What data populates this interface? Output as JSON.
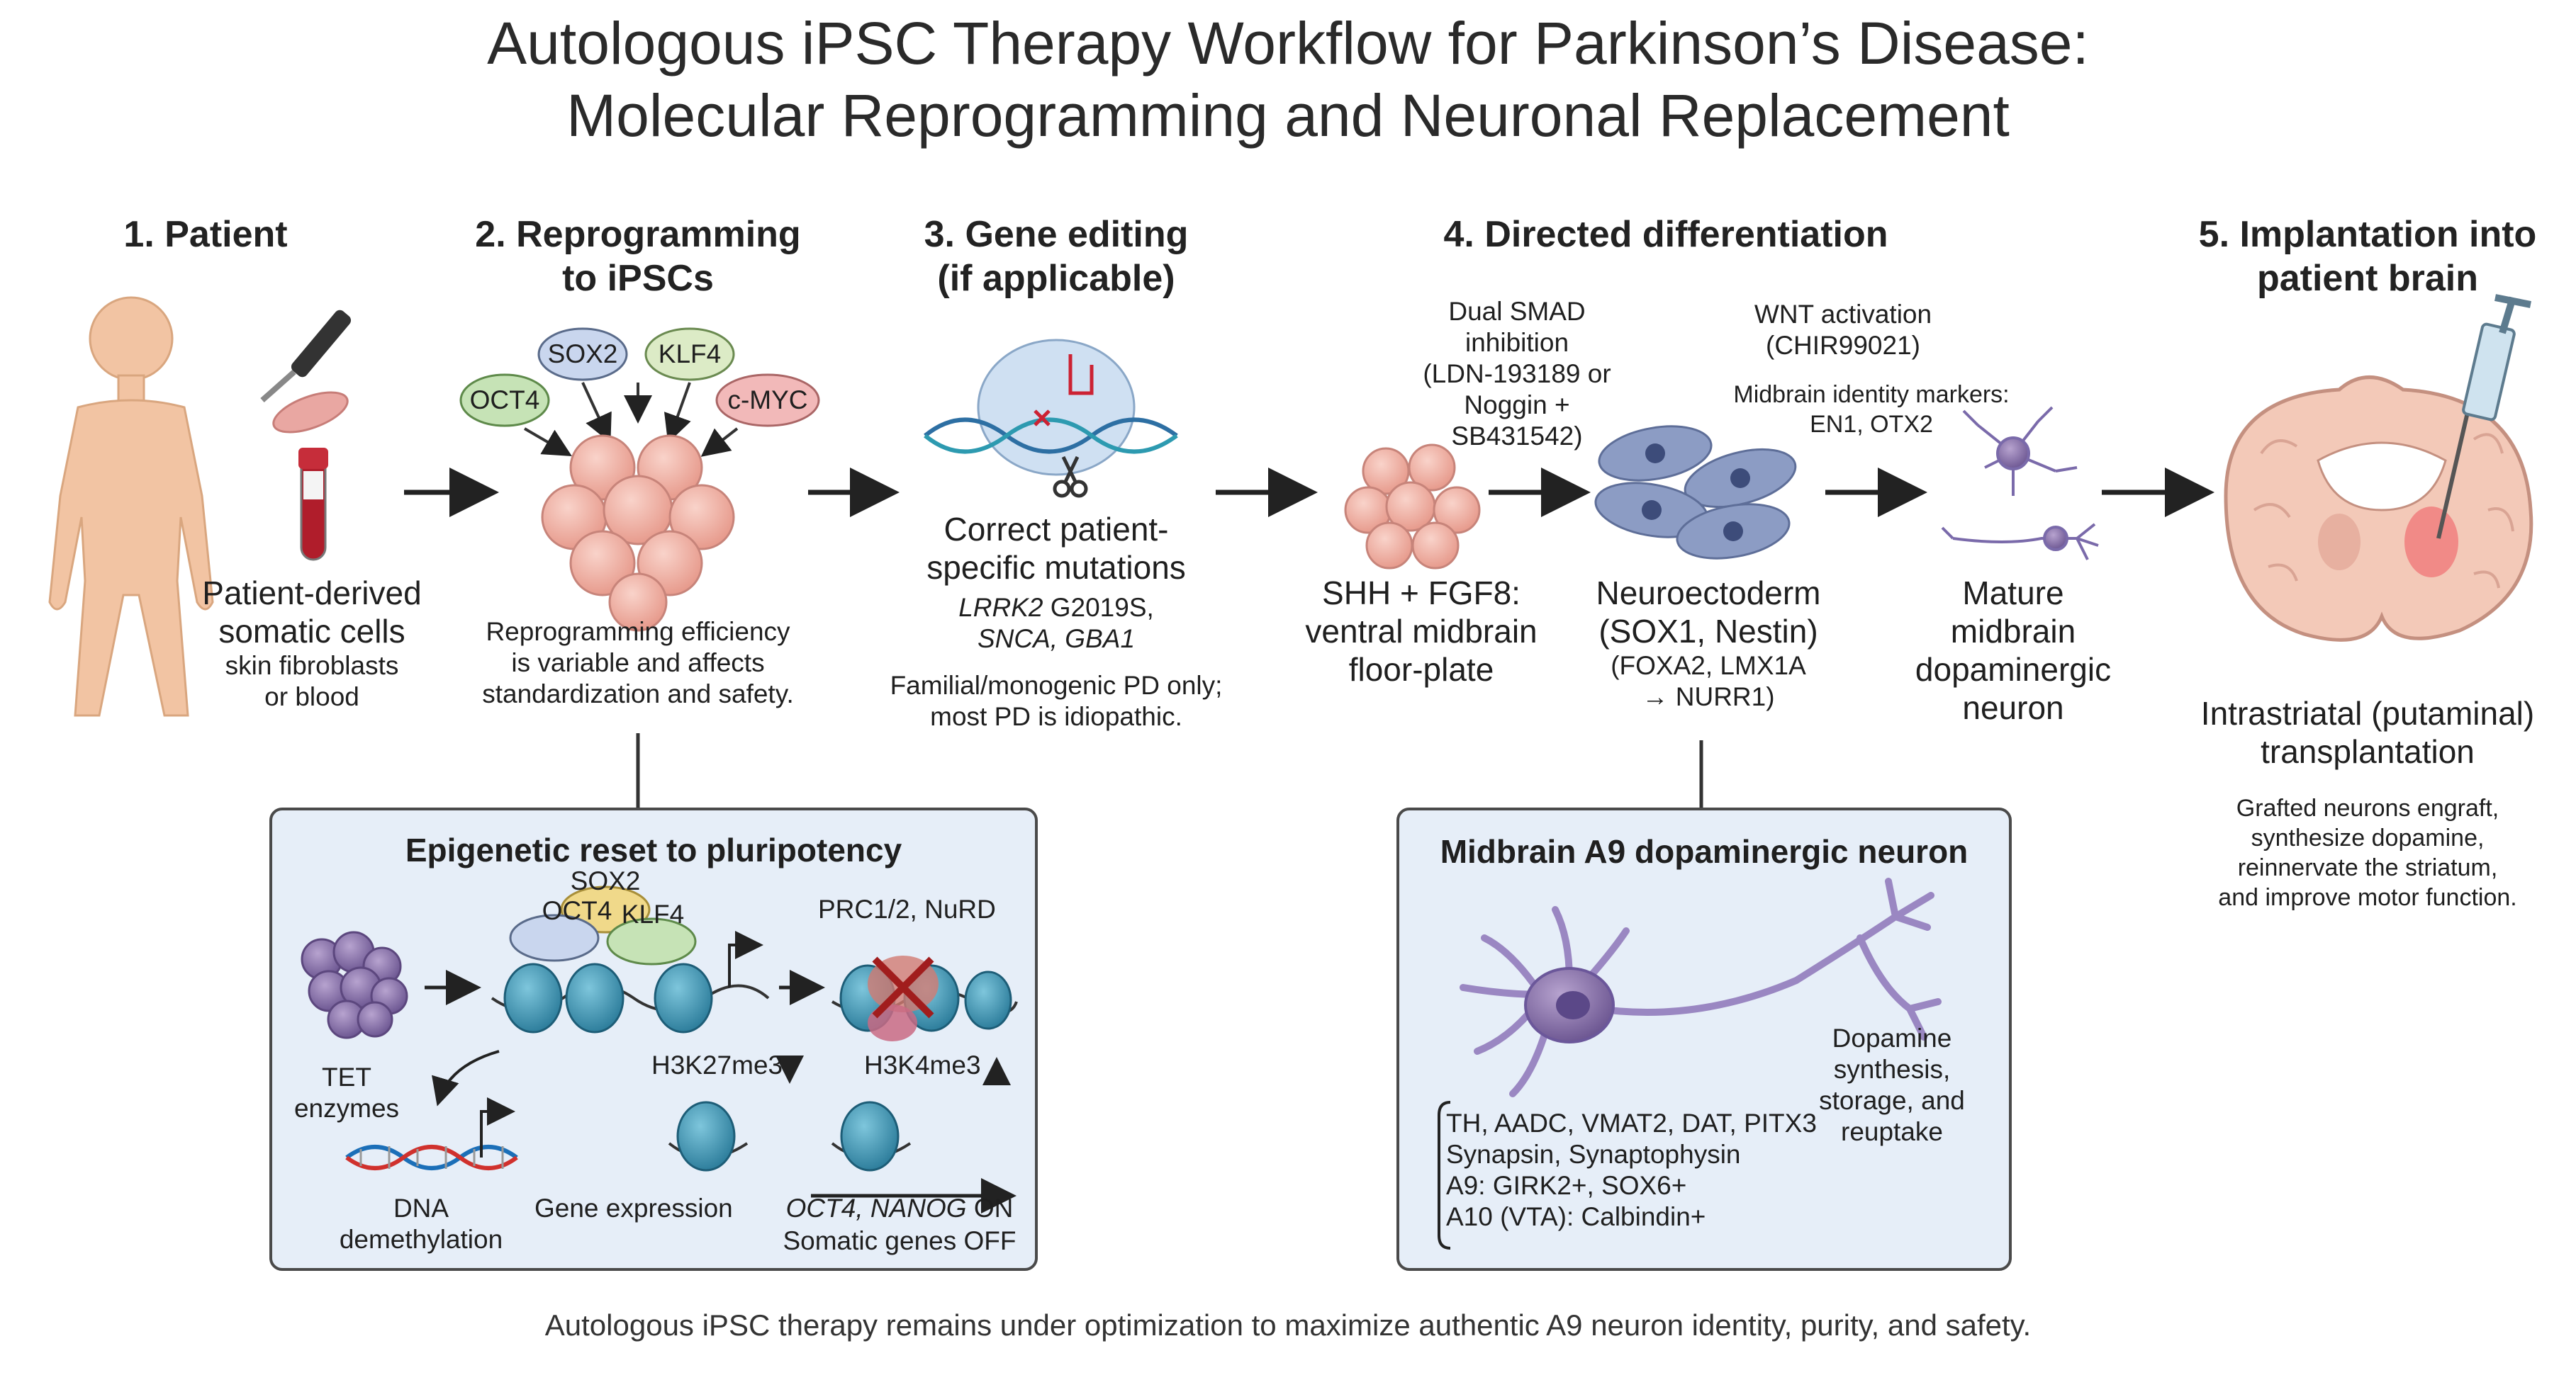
{
  "title": {
    "line1": "Autologous iPSC Therapy Workflow for Parkinson’s Disease:",
    "line2": "Molecular Reprogramming and Neuronal Replacement"
  },
  "steps": {
    "s1": "1. Patient",
    "s2": [
      "2. Reprogramming",
      "to iPSCs"
    ],
    "s3": [
      "3. Gene editing",
      "(if applicable)"
    ],
    "s4": "4. Directed differentiation",
    "s5": [
      "5. Implantation into",
      "patient brain"
    ]
  },
  "patient": {
    "label": [
      "Patient-derived",
      "somatic cells"
    ],
    "sub": [
      "skin fibroblasts",
      "or blood"
    ]
  },
  "reprogramming": {
    "factors": [
      "SOX2",
      "KLF4",
      "OCT4",
      "c-MYC"
    ],
    "note": [
      "Reprogramming efficiency",
      "is variable and affects",
      "standardization and safety."
    ]
  },
  "gene_editing": {
    "label": [
      "Correct patient-",
      "specific mutations"
    ],
    "genes_1_italic": "LRRK2",
    "genes_1_rest": " G2019S,",
    "genes_2": "SNCA, GBA1",
    "note": [
      "Familial/monogenic PD only;",
      "most PD is idiopathic."
    ]
  },
  "differentiation": {
    "smad": [
      "Dual SMAD",
      "inhibition",
      "(LDN-193189 or",
      "Noggin +",
      "SB431542)"
    ],
    "wnt": [
      "WNT activation",
      "(CHIR99021)"
    ],
    "markers": [
      "Midbrain identity markers:",
      "EN1, OTX2"
    ],
    "floorplate": [
      "SHH + FGF8:",
      "ventral midbrain",
      "floor-plate"
    ],
    "neuroecto": [
      "Neuroectoderm",
      "(SOX1, Nestin)"
    ],
    "neuroecto_sub": [
      "(FOXA2, LMX1A",
      "→ NURR1)"
    ],
    "mature": [
      "Mature",
      "midbrain",
      "dopaminergic",
      "neuron"
    ]
  },
  "implantation": {
    "label": [
      "Intrastriatal (putaminal)",
      "transplantation"
    ],
    "note": [
      "Grafted neurons engraft,",
      "synthesize dopamine,",
      "reinnervate the striatum,",
      "and improve motor function."
    ]
  },
  "epigenetic": {
    "title": "Epigenetic reset to pluripotency",
    "factors": [
      "SOX2",
      "OCT4",
      "KLF4"
    ],
    "prc": "PRC1/2, NuRD",
    "tet": [
      "TET",
      "enzymes"
    ],
    "h3k27": "H3K27me3",
    "h3k4": "H3K4me3",
    "dna": [
      "DNA",
      "demethylation"
    ],
    "gene_expr": "Gene expression",
    "on_italic": "OCT4, NANOG",
    "on_rest": " ON",
    "off": "Somatic genes OFF"
  },
  "a9": {
    "title": "Midbrain A9 dopaminergic neuron",
    "dopamine": [
      "Dopamine",
      "synthesis,",
      "storage, and",
      "reuptake"
    ],
    "markers": [
      "TH, AADC, VMAT2, DAT, PITX3",
      "Synapsin, Synaptophysin",
      "A9: GIRK2+, SOX6+",
      "A10 (VTA): Calbindin+"
    ]
  },
  "footer": "Autologous iPSC therapy remains under optimization to maximize authentic A9 neuron identity, purity, and safety.",
  "colors": {
    "sox2": "#c9d6ee",
    "klf4": "#dcebc6",
    "oct4": "#c6e3b6",
    "cmyc": "#f2b9b9",
    "cell": "#f0b9ad",
    "neuron": "#7a6aaa",
    "brain": "#f3c9b8",
    "box_bg": "#e6eef8"
  }
}
